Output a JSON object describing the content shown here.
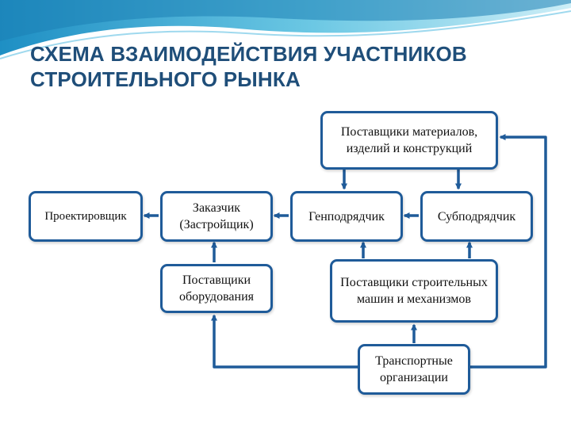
{
  "title": {
    "line1": "СХЕМА ВЗАИМОДЕЙСТВИЯ УЧАСТНИКОВ",
    "line2": "СТРОИТЕЛЬНОГО РЫНКА"
  },
  "nodes": {
    "materials": "Поставщики материалов, изделий и конструкций",
    "designer": "Проектировщик",
    "customer": "Заказчик (Застройщик)",
    "general_contractor": "Генподрядчик",
    "subcontractor": "Субподрядчик",
    "equipment_suppliers": "Поставщики оборудования",
    "machinery_suppliers": "Поставщики строительных машин и механизмов",
    "transport": "Транспортные организации"
  },
  "colors": {
    "accent": "#1f5b99",
    "title": "#1f4e79",
    "header_wave": "#4fb3d9"
  }
}
